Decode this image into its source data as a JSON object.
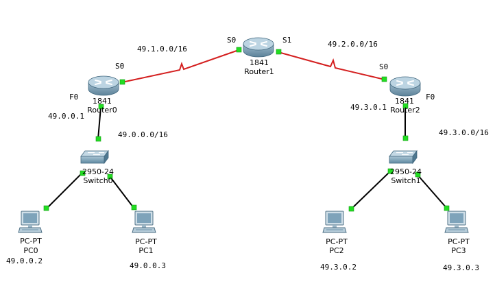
{
  "colors": {
    "serial": "#d42020",
    "ethernet": "#000000",
    "port": "#22dd22",
    "device_body": "#6f93aa",
    "device_top": "#b9d2df"
  },
  "routers": {
    "r0": {
      "model": "1841",
      "name": "Router0",
      "port_s": "S0",
      "port_f": "F0"
    },
    "r1": {
      "model": "1841",
      "name": "Router1",
      "port_s0": "S0",
      "port_s1": "S1"
    },
    "r2": {
      "model": "1841",
      "name": "Router2",
      "port_s": "S0",
      "port_f": "F0"
    }
  },
  "switches": {
    "sw0": {
      "model": "2950-24",
      "name": "Switch0"
    },
    "sw1": {
      "model": "2950-24",
      "name": "Switch1"
    }
  },
  "pcs": {
    "pc0": {
      "model": "PC-PT",
      "name": "PC0",
      "ip": "49.0.0.2"
    },
    "pc1": {
      "model": "PC-PT",
      "name": "PC1",
      "ip": "49.0.0.3"
    },
    "pc2": {
      "model": "PC-PT",
      "name": "PC2",
      "ip": "49.3.0.2"
    },
    "pc3": {
      "model": "PC-PT",
      "name": "PC3",
      "ip": "49.3.0.3"
    }
  },
  "networks": {
    "left_wan": "49.1.0.0/16",
    "right_wan": "49.2.0.0/16",
    "left_lan": "49.0.0.0/16",
    "right_lan": "49.3.0.0/16"
  },
  "gateways": {
    "r0_f0": "49.0.0.1",
    "r2_f0": "49.3.0.1"
  }
}
